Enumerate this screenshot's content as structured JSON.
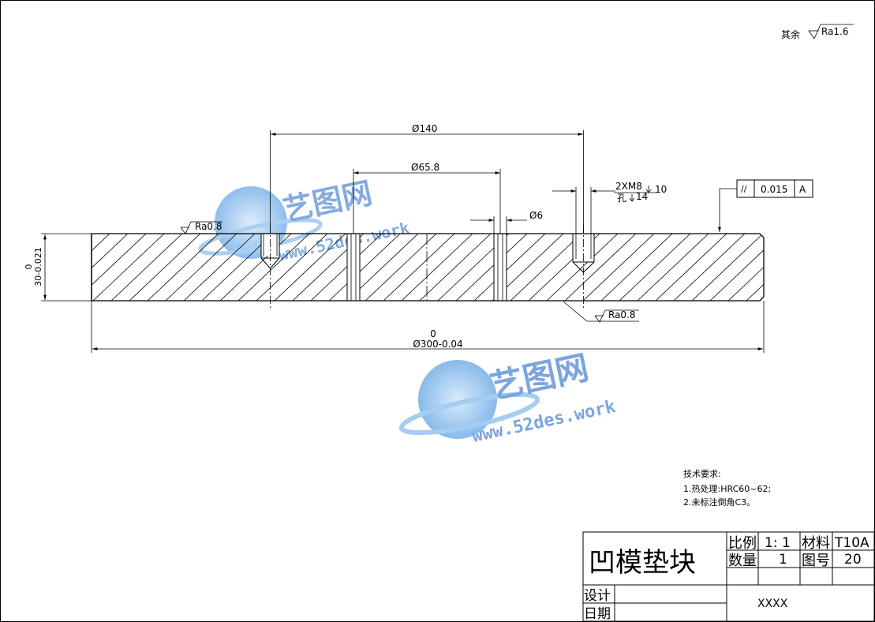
{
  "surface_finish_general": {
    "prefix": "其余",
    "value": "Ra1.6"
  },
  "dimensions": {
    "bolt_circle": "Ø140",
    "inner_circle": "Ø65.8",
    "pin_hole": "Ø6",
    "thread_spec_line1": "2XM8",
    "thread_depth": "10",
    "thread_spec_line2": "孔",
    "hole_depth": "14",
    "thickness_upper_tol": "0",
    "thickness_value": "30-0.021",
    "diameter_upper_tol": "0",
    "diameter_value": "Ø300-0.04"
  },
  "surface_finish_top": "Ra0.8",
  "surface_finish_bottom": "Ra0.8",
  "tolerance_frame": {
    "symbol": "//",
    "value": "0.015",
    "datum": "A"
  },
  "watermark": {
    "brand": "艺图网",
    "url": "www.52des.work"
  },
  "tech_requirements": {
    "title": "技术要求:",
    "items": [
      "1.热处理:HRC60~62;",
      "2.未标注倒角C3。"
    ]
  },
  "title_block": {
    "part_name": "凹模垫块",
    "scale_label": "比例",
    "scale_value": "1: 1",
    "material_label": "材料",
    "material_value": "T10A",
    "quantity_label": "数量",
    "quantity_value": "1",
    "drawing_no_label": "图号",
    "drawing_no_value": "20",
    "design_label": "设计",
    "date_label": "日期",
    "company": "XXXX"
  }
}
